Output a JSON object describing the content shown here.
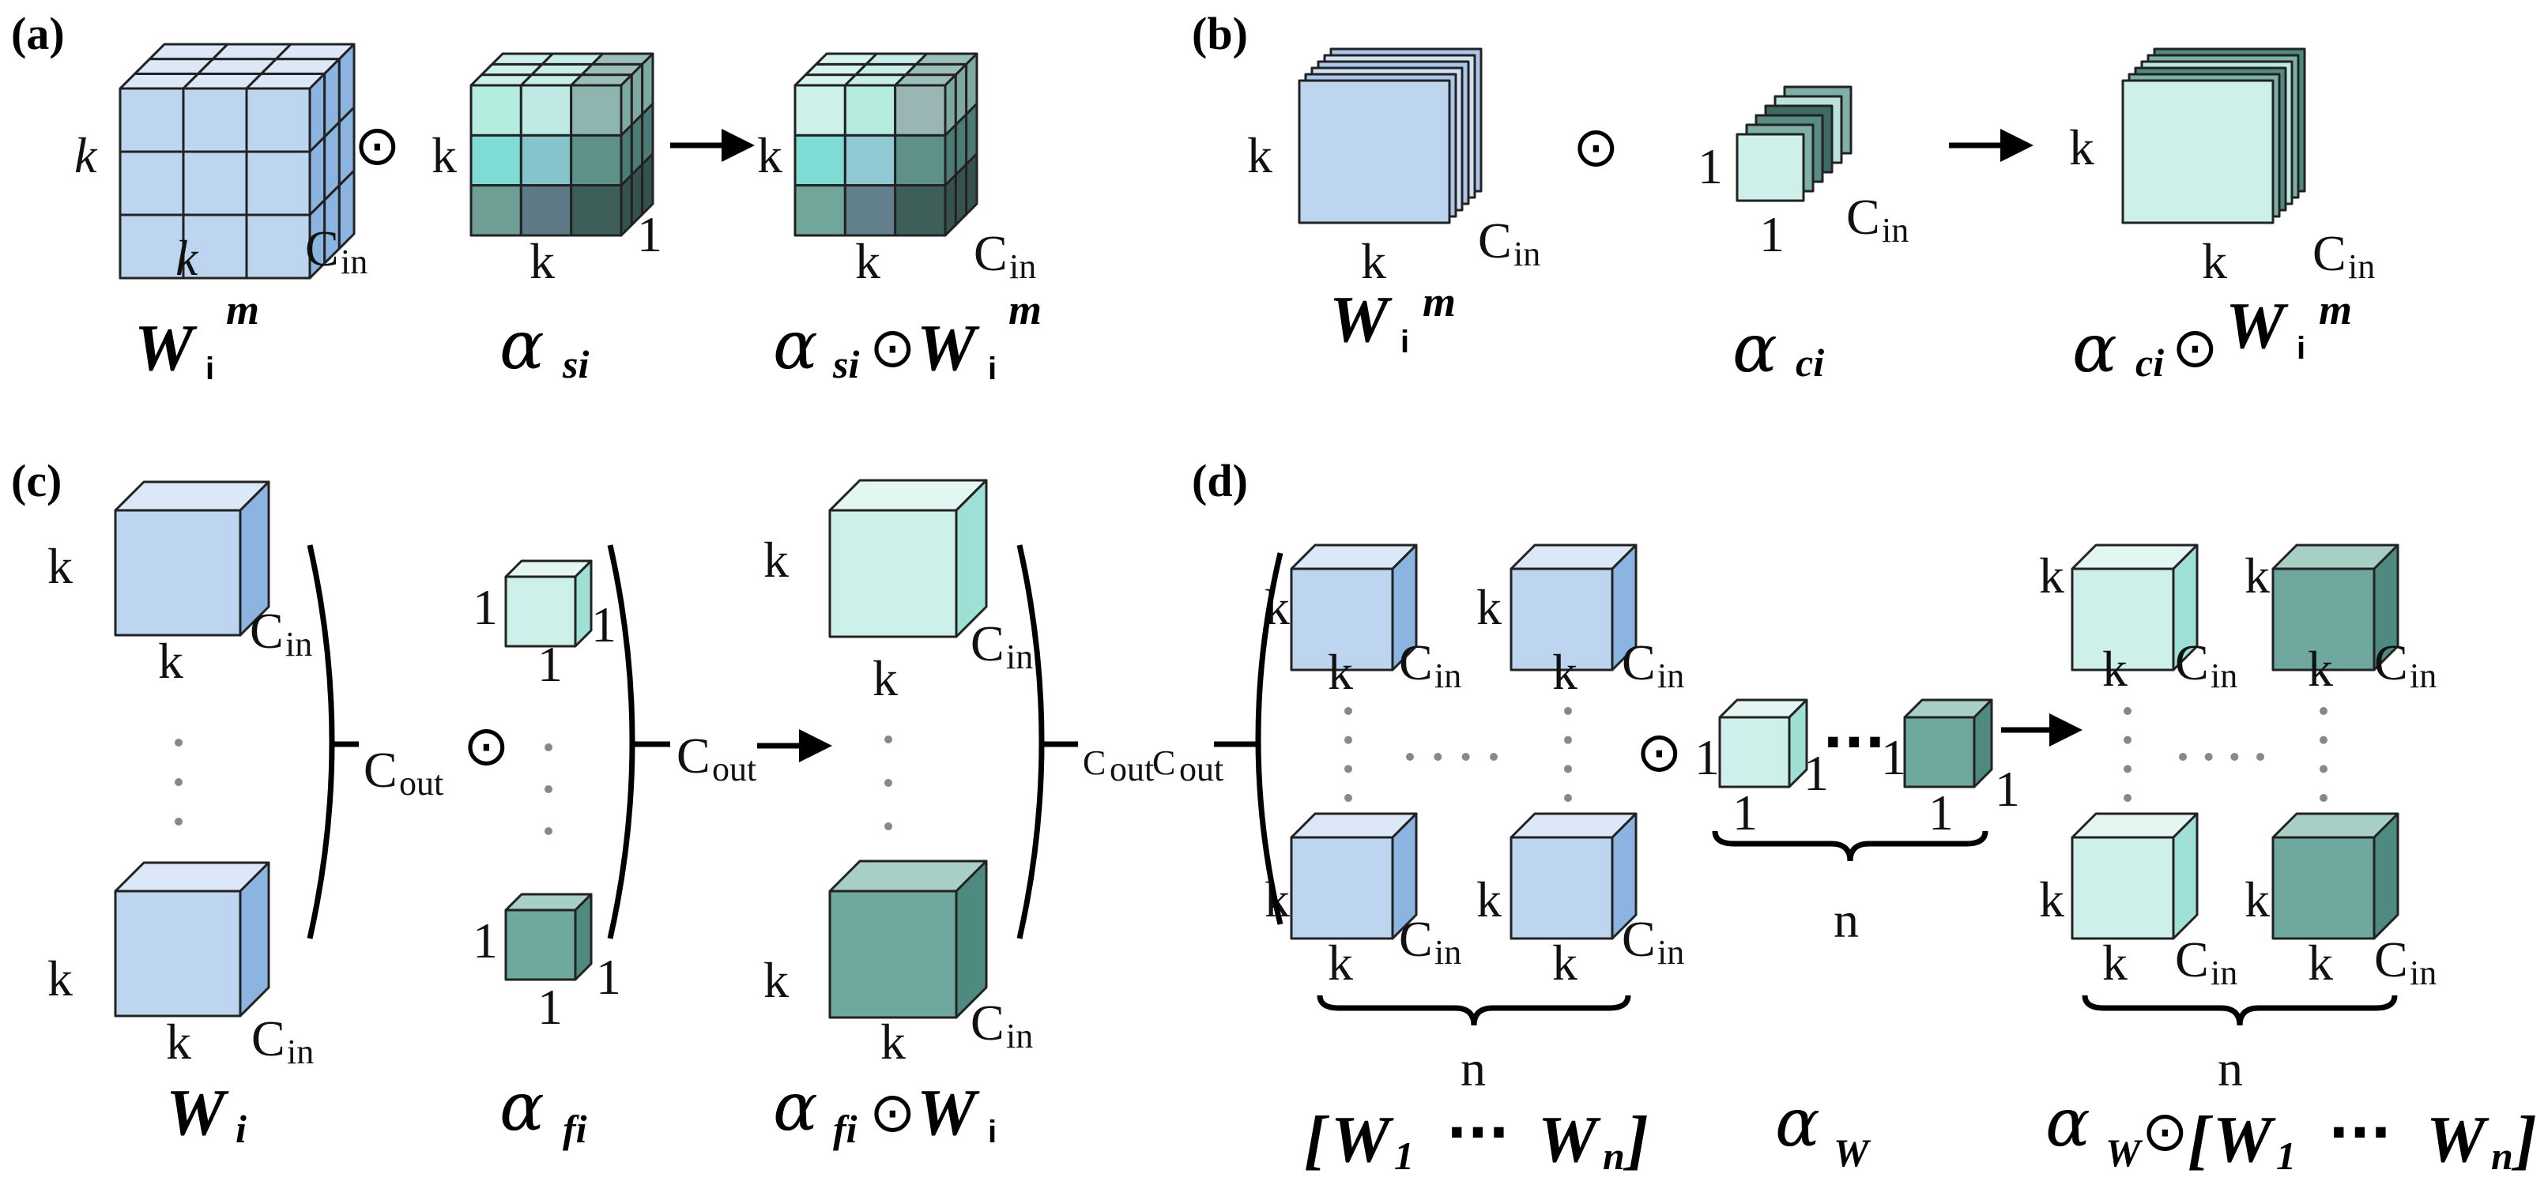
{
  "panels": {
    "a": "(a)",
    "b": "(b)",
    "c": "(c)",
    "d": "(d)"
  },
  "symbols": {
    "k_italic": "k",
    "k": "k",
    "one": "1",
    "n": "n",
    "c_main": "C",
    "in_sub": "in",
    "out_sub": "out",
    "odot": "⊙",
    "dots": "···",
    "alpha": "α"
  },
  "formulas": {
    "W": "W",
    "i": "i",
    "m": "m",
    "si": "si",
    "ci": "ci",
    "fi": "fi",
    "W_sub_W": "W",
    "W1": "W",
    "W1_sub": "1",
    "Wn": "W",
    "Wn_sub": "n",
    "bracket_open": "[",
    "bracket_close": "]"
  },
  "colors": {
    "light_blue": "#bdd5ee",
    "light_blue_top": "#dce8f7",
    "light_blue_side": "#8cb4e0",
    "mint": "#cdf0ea",
    "mint_top": "#e4f6f2",
    "mint_side": "#9fe0d6",
    "teal": "#6fa89e",
    "teal_top": "#a8cfc6",
    "teal_side": "#4f8a80",
    "dark_teal": "#3e6d66"
  }
}
